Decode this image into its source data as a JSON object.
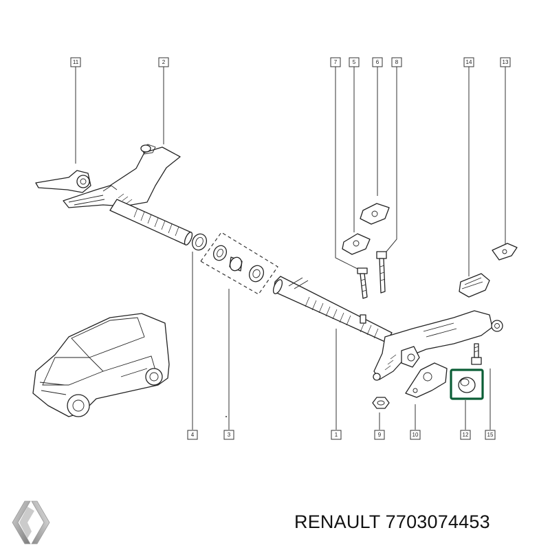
{
  "callouts": [
    {
      "id": "c11",
      "label": "11"
    },
    {
      "id": "c2",
      "label": "2"
    },
    {
      "id": "c7",
      "label": "7"
    },
    {
      "id": "c5",
      "label": "5"
    },
    {
      "id": "c6",
      "label": "6"
    },
    {
      "id": "c8",
      "label": "8"
    },
    {
      "id": "c14",
      "label": "14"
    },
    {
      "id": "c13",
      "label": "13"
    },
    {
      "id": "c4",
      "label": "4"
    },
    {
      "id": "c3",
      "label": "3"
    },
    {
      "id": "c1",
      "label": "1"
    },
    {
      "id": "c9",
      "label": "9"
    },
    {
      "id": "c10",
      "label": "10"
    },
    {
      "id": "c12",
      "label": "12"
    },
    {
      "id": "c15",
      "label": "15"
    }
  ],
  "highlighted_part": "12",
  "highlight_color": "#0b5e36",
  "brand_logo": "renault-diamond-logo",
  "footer": {
    "brand": "RENAULT",
    "part_number": "7703074453",
    "caption": "RENAULT 7703074453"
  }
}
